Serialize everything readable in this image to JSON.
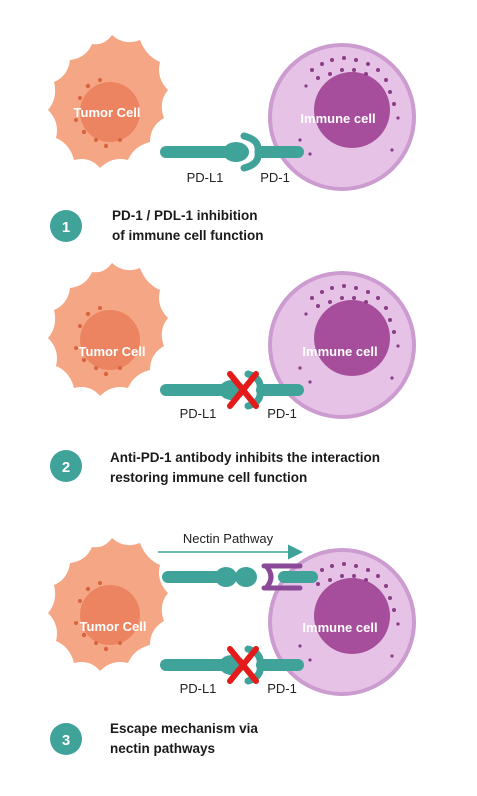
{
  "colors": {
    "tumor_cell": "#f5a684",
    "tumor_nucleus": "#ec8462",
    "tumor_dots": "#d9653f",
    "immune_cell": "#e6c3e6",
    "immune_cell_edge": "#cc9bd0",
    "immune_nucleus": "#a64d9c",
    "immune_dots": "#8a3d86",
    "receptor": "#3fa39a",
    "nectin_receptor": "#8b4a97",
    "block_x": "#e51b1b",
    "step_badge": "#3fa39a"
  },
  "panels": [
    {
      "tumor_label": "Tumor Cell",
      "immune_label": "Immune cell",
      "ligand_label": "PD-L1",
      "receptor_label": "PD-1",
      "step_number": "1",
      "step_text_line1": "PD-1 / PDL-1 inhibition",
      "step_text_line2": "of immune cell function"
    },
    {
      "tumor_label": "Tumor Cell",
      "immune_label": "Immune cell",
      "ligand_label": "PD-L1",
      "receptor_label": "PD-1",
      "step_number": "2",
      "step_text_line1": "Anti-PD-1 antibody inhibits the interaction",
      "step_text_line2": "restoring immune cell function"
    },
    {
      "tumor_label": "Tumor Cell",
      "immune_label": "Immune cell",
      "ligand_label": "PD-L1",
      "receptor_label": "PD-1",
      "pathway_label": "Nectin Pathway",
      "step_number": "3",
      "step_text_line1": "Escape mechanism via",
      "step_text_line2": "nectin pathways"
    }
  ]
}
